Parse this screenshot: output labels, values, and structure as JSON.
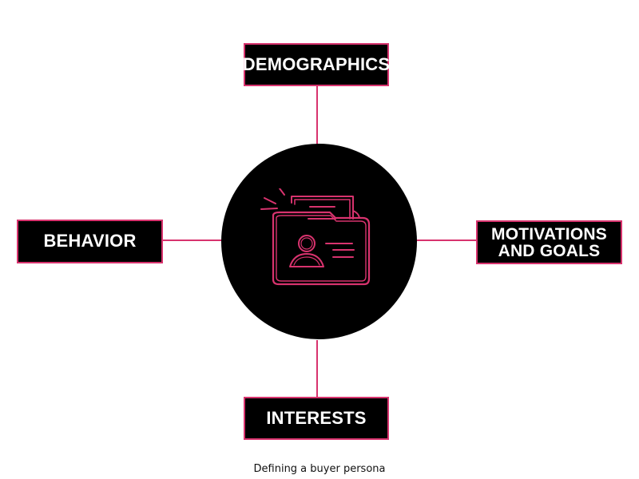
{
  "diagram": {
    "accent_color": "#d8336e",
    "node_color": "#000000",
    "text_color": "#ffffff",
    "center_icon": "folder-with-user-profile-icon",
    "nodes": {
      "top": "DEMOGRAPHICS",
      "left": "BEHAVIOR",
      "right": "MOTIVATIONS\nAND GOALS",
      "bottom": "INTERESTS"
    }
  },
  "caption": "Defining a buyer persona"
}
